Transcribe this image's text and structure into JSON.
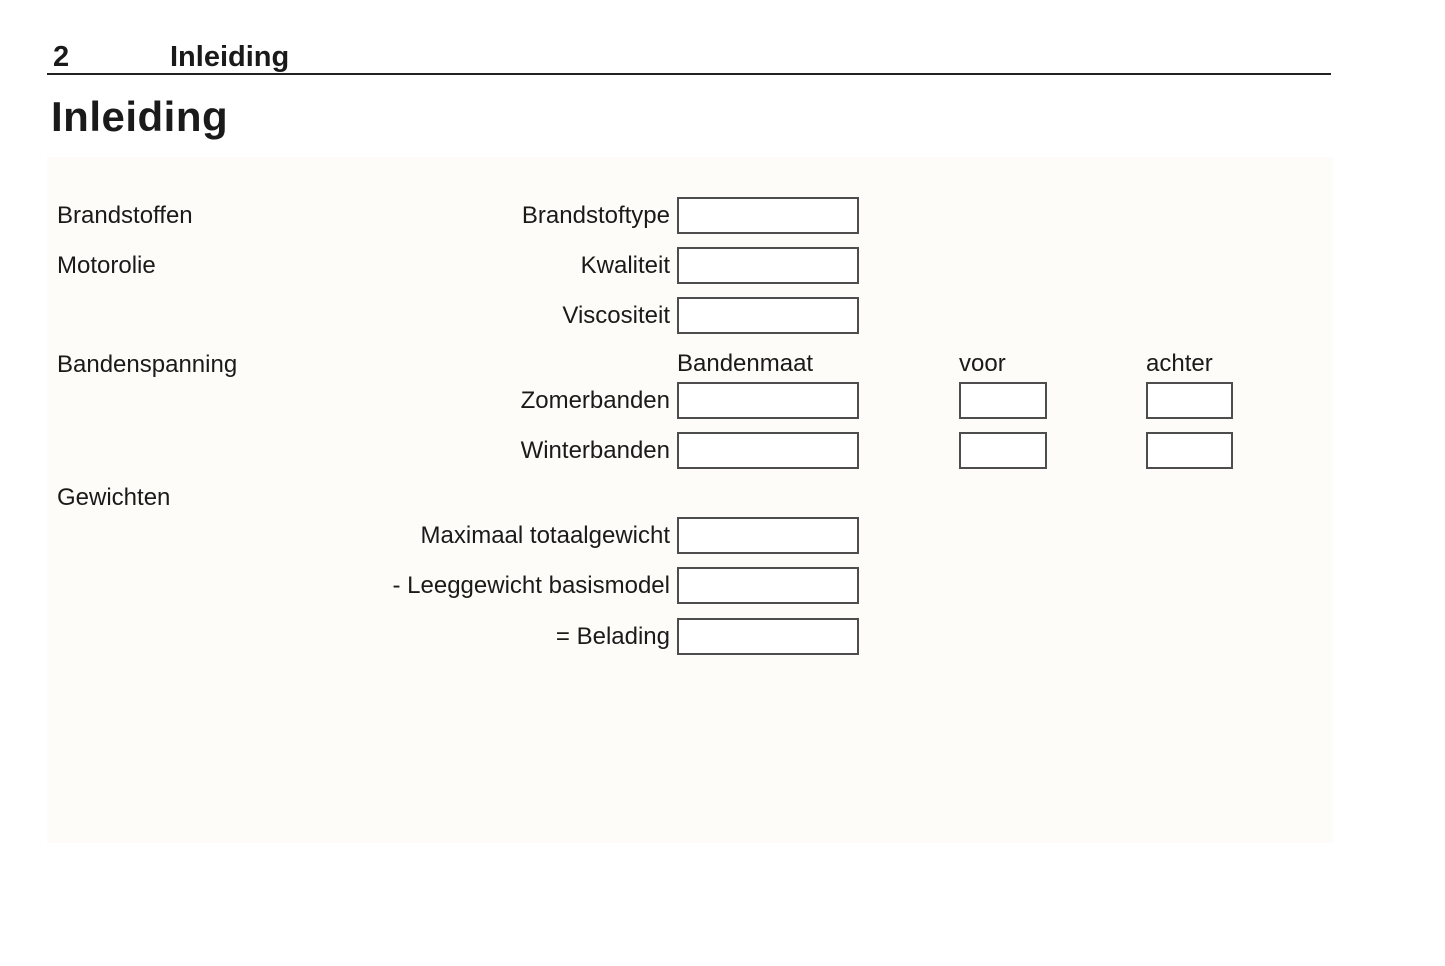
{
  "header": {
    "page_number": "2",
    "chapter": "Inleiding"
  },
  "title": "Inleiding",
  "form": {
    "section_labels": {
      "fuels": "Brandstoffen",
      "engine_oil": "Motorolie",
      "tyre_pressure": "Bandenspanning",
      "weights": "Gewichten"
    },
    "column_headers": {
      "tyre_size": "Bandenmaat",
      "front": "voor",
      "rear": "achter"
    },
    "fields": {
      "fuel_type": {
        "label": "Brandstoftype",
        "value": "",
        "placeholder": ""
      },
      "oil_quality": {
        "label": "Kwaliteit",
        "value": "",
        "placeholder": ""
      },
      "oil_viscosity": {
        "label": "Viscositeit",
        "value": "",
        "placeholder": ""
      },
      "summer_tyres": {
        "label": "Zomerbanden",
        "size": "",
        "front": "",
        "rear": ""
      },
      "winter_tyres": {
        "label": "Winterbanden",
        "size": "",
        "front": "",
        "rear": ""
      },
      "max_total_weight": {
        "label": "Maximaal totaalgewicht",
        "value": "",
        "placeholder": ""
      },
      "kerb_weight": {
        "label": "- Leeggewicht basismodel",
        "value": "",
        "placeholder": ""
      },
      "payload": {
        "label": "= Belading",
        "value": "",
        "placeholder": ""
      }
    }
  },
  "colors": {
    "panel_background": "#fdfcf8",
    "box_border": "#4d4d4d",
    "text": "#1a1a1a"
  }
}
